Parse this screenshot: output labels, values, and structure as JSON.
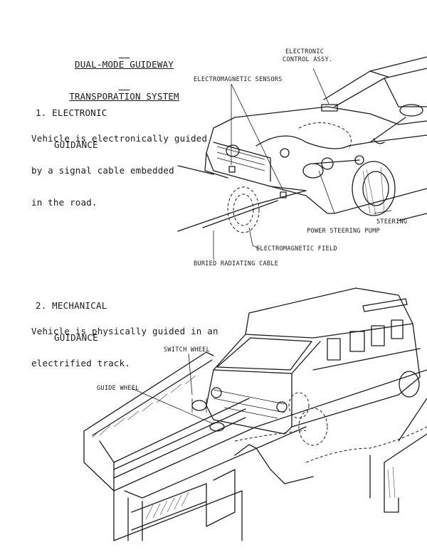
{
  "title": {
    "line1": "DUAL-MODE GUIDEWAY",
    "line2": "TRANSPORATION SYSTEM"
  },
  "section1": {
    "heading_line1": "1. ELECTRONIC",
    "heading_line2": "GUIDANCE",
    "body_line1": "Vehicle is electronically guided",
    "body_line2": "by a signal cable embedded",
    "body_line3": "in the road.",
    "labels": {
      "electronic_control_line1": "ELECTRONIC",
      "electronic_control_line2": "CONTROL ASSY.",
      "electromagnetic_sensors": "ELECTROMAGNETIC SENSORS",
      "steering": "STEERING",
      "power_steering_pump": "POWER STEERING PUMP",
      "electromagnetic_field": "ELECTROMAGNETIC FIELD",
      "buried_radiating_cable": "BURIED RADIATING CABLE"
    }
  },
  "section2": {
    "heading_line1": "2. MECHANICAL",
    "heading_line2": "GUIDANCE",
    "body_line1": "Vehicle is physically guided in an",
    "body_line2": "electrified track.",
    "labels": {
      "switch_wheel": "SWITCH WHEEL",
      "guide_wheel": "GUIDE WHEEL"
    }
  }
}
